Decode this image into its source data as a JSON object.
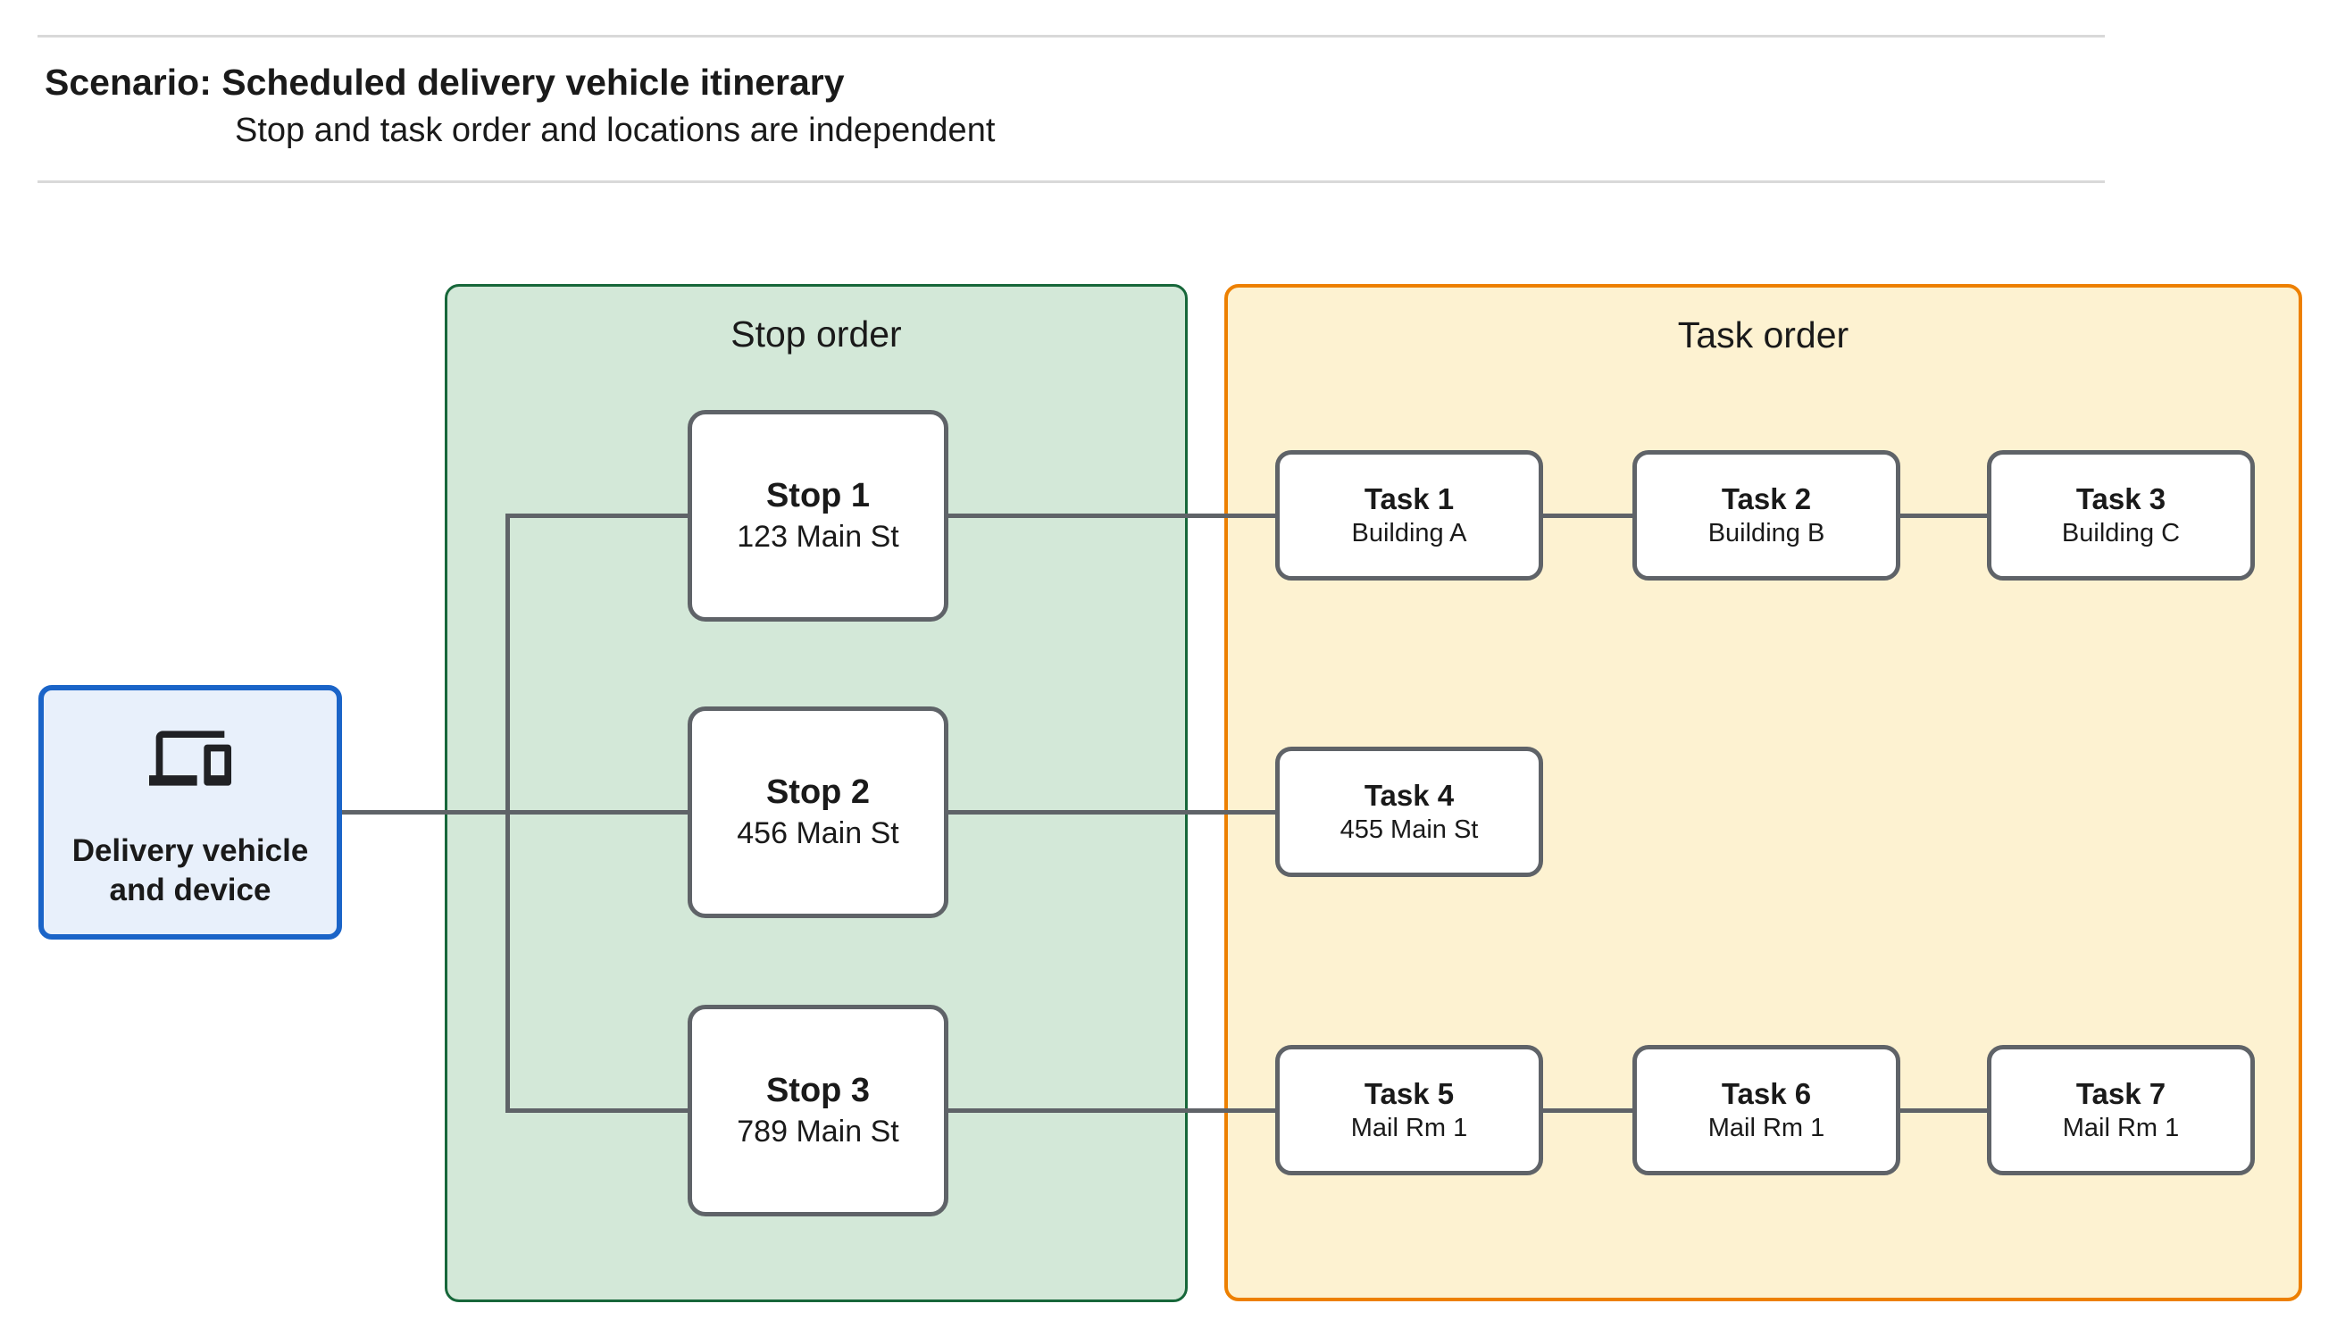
{
  "header": {
    "title": "Scenario: Scheduled delivery vehicle itinerary",
    "subtitle": "Stop and task order and locations are independent"
  },
  "vehicle": {
    "label": "Delivery vehicle and device",
    "icon": "devices-icon"
  },
  "stop_panel": {
    "title": "Stop order",
    "stops": [
      {
        "label": "Stop 1",
        "sublabel": "123 Main St"
      },
      {
        "label": "Stop 2",
        "sublabel": "456 Main St"
      },
      {
        "label": "Stop 3",
        "sublabel": "789 Main St"
      }
    ]
  },
  "task_panel": {
    "title": "Task order",
    "rows": [
      [
        {
          "label": "Task 1",
          "sublabel": "Building A"
        },
        {
          "label": "Task 2",
          "sublabel": "Building B"
        },
        {
          "label": "Task 3",
          "sublabel": "Building C"
        }
      ],
      [
        {
          "label": "Task 4",
          "sublabel": "455 Main St"
        }
      ],
      [
        {
          "label": "Task 5",
          "sublabel": "Mail Rm 1"
        },
        {
          "label": "Task 6",
          "sublabel": "Mail Rm 1"
        },
        {
          "label": "Task 7",
          "sublabel": "Mail Rm 1"
        }
      ]
    ]
  },
  "colors": {
    "page_bg": "#ffffff",
    "divider": "#d9d9d9",
    "text": "#1a1a1a",
    "panel_green_fill": "#d3e8d8",
    "panel_green_border": "#17673a",
    "panel_yellow_fill": "#fdf2d1",
    "panel_yellow_border": "#ed8000",
    "vehicle_fill": "#e8f0fb",
    "vehicle_border": "#1a64c8",
    "node_fill": "#ffffff",
    "node_border": "#5f6368",
    "connector": "#5f6368"
  }
}
